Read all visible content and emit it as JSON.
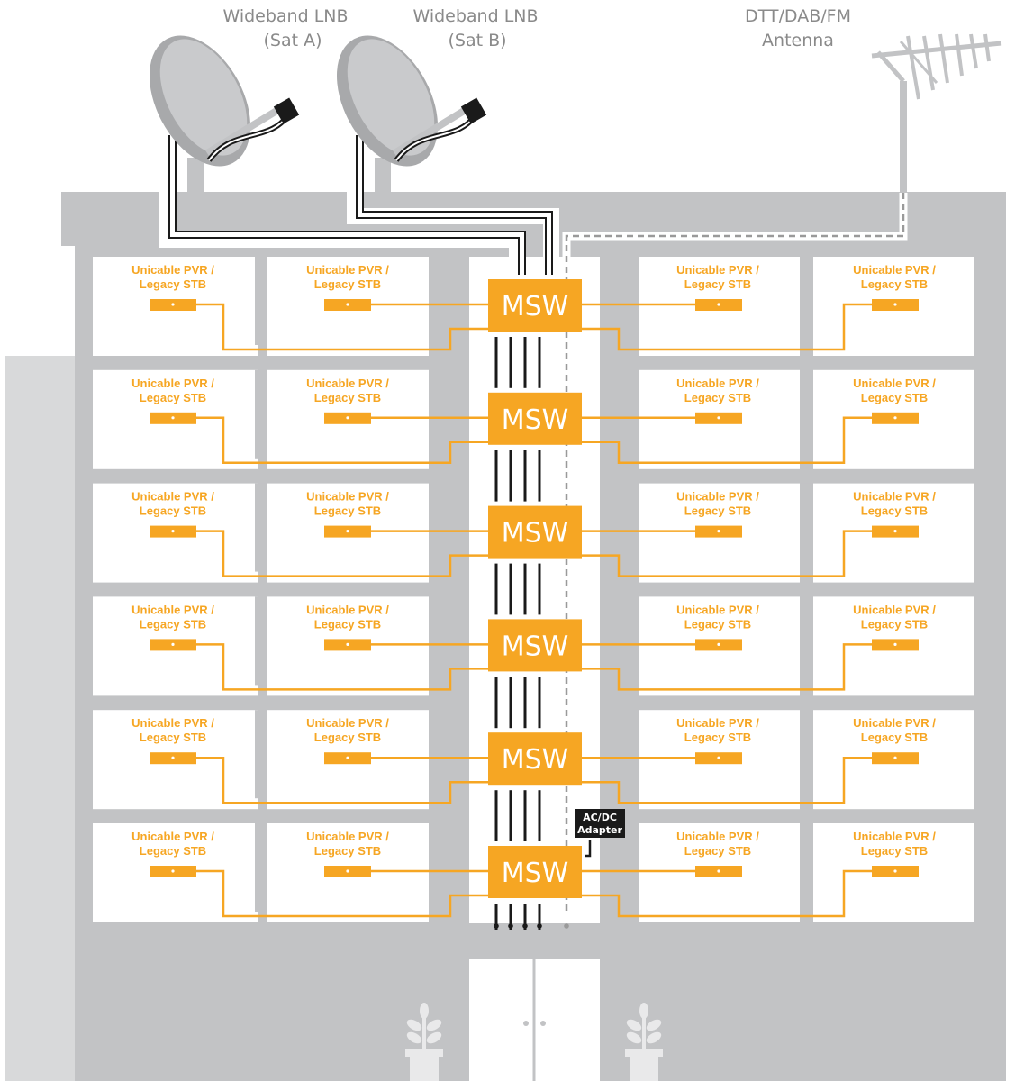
{
  "labels": {
    "lnb_a": [
      "Wideband LNB",
      "(Sat A)"
    ],
    "lnb_b": [
      "Wideband LNB",
      "(Sat B)"
    ],
    "antenna": [
      "DTT/DAB/FM",
      "Antenna"
    ]
  },
  "switch_label": "MSW",
  "adapter_label": [
    "AC/DC",
    "Adapter"
  ],
  "room_label": [
    "Unicable PVR /",
    "Legacy STB"
  ],
  "floors": 6,
  "rooms_per_floor": 4,
  "colors": {
    "accent": "#f6a623",
    "building": "#c2c3c5",
    "room": "#ffffff",
    "cable": "#1a1a1a",
    "label": "#8a8a8a"
  }
}
